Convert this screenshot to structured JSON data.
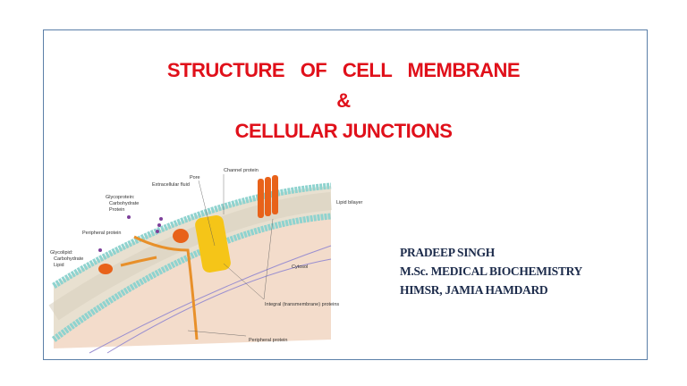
{
  "slide": {
    "title_line1": "STRUCTURE OF CELL MEMBRANE",
    "title_line2": "&",
    "title_line3": "CELLULAR JUNCTIONS",
    "author_name": "PRADEEP SINGH",
    "author_degree": "M.Sc. MEDICAL BIOCHEMISTRY",
    "author_affiliation": "HIMSR, JAMIA HAMDARD"
  },
  "diagram": {
    "labels": {
      "channel_protein": "Channel protein",
      "pore": "Pore",
      "extracellular_fluid": "Extracellular fluid",
      "glycoprotein": "Glycoprotein:",
      "glycoprotein_carb": "Carbohydrate",
      "glycoprotein_protein": "Protein",
      "peripheral_protein_top": "Peripheral protein",
      "glycolipid": "Glycolipid:",
      "glycolipid_carb": "Carbohydrate",
      "glycolipid_lipid": "Lipid",
      "lipid_bilayer": "Lipid bilayer",
      "cytosol": "Cytosol",
      "integral_proteins": "Integral (transmembrane) proteins",
      "peripheral_protein_bottom": "Peripheral protein"
    }
  }
}
